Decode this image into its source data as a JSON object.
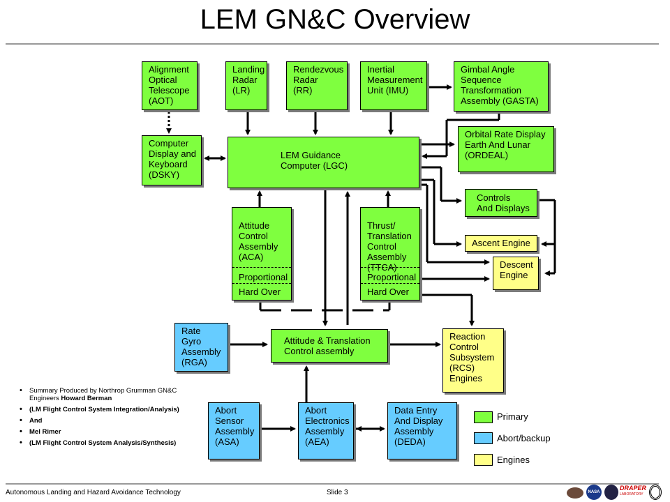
{
  "title": "LEM GN&C Overview",
  "boxes": {
    "aot": "Alignment\nOptical\nTelescope\n(AOT)",
    "lr": "Landing\nRadar\n(LR)",
    "rr": "Rendezvous\nRadar\n(RR)",
    "imu": "Inertial\nMeasurement\nUnit (IMU)",
    "gasta": "Gimbal Angle\nSequence\nTransformation\nAssembly  (GASTA)",
    "dsky": "Computer\nDisplay and\nKeyboard\n(DSKY)",
    "lgc": "LEM Guidance\nComputer (LGC)",
    "ordeal": "Orbital Rate Display\nEarth And Lunar\n(ORDEAL)",
    "controls": "Controls\nAnd Displays",
    "aca": "Attitude\nControl\nAssembly\n(ACA)",
    "aca_prop": "Proportional",
    "aca_hard": "Hard Over",
    "ttca": "Thrust/\nTranslation\nControl\nAssembly\n(TTCA)",
    "ttca_prop": "Proportional",
    "ttca_hard": "Hard Over",
    "ascent": "Ascent Engine",
    "descent": "Descent\nEngine",
    "rga": "Rate\nGyro\nAssembly\n(RGA)",
    "atca": "Attitude & Translation\nControl assembly",
    "rcs": "Reaction\nControl\nSubsystem\n(RCS)\nEngines",
    "asa": "Abort\nSensor\nAssembly\n(ASA)",
    "aea": "Abort\nElectronics\nAssembly\n(AEA)",
    "deda": "Data Entry\nAnd Display\nAssembly\n(DEDA)"
  },
  "notes": {
    "n1": "Summary Produced by Northrop Grumman GN&C Engineers ",
    "n1_bold": "Howard Berman",
    "n2": "(LM Flight Control System Integration/Analysis)",
    "n3": "And",
    "n4": "Mel Rimer",
    "n5": "(LM Flight Control System Analysis/Synthesis)"
  },
  "legend": {
    "primary": "Primary",
    "abort": "Abort/backup",
    "engines": "Engines"
  },
  "colors": {
    "primary": "#7FFF3F",
    "abort": "#66CCFF",
    "engines": "#FFFF88"
  },
  "footer": {
    "left": "Autonomous Landing and Hazard Avoidance Technology",
    "slide": "Slide 3"
  },
  "logos": {
    "nasa": "NASA",
    "draper": "DRAPER",
    "draper_sub": "LABORATORY"
  }
}
